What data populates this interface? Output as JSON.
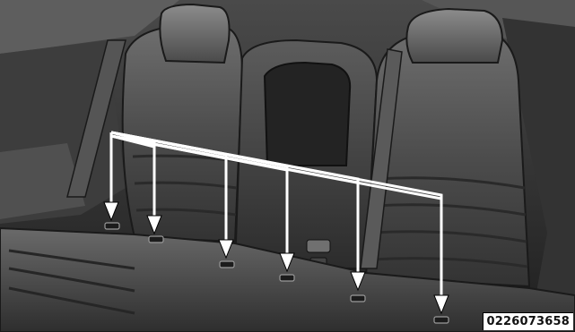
{
  "figure": {
    "reference_code": "0226073658"
  },
  "illustration": {
    "subject": "rear-seat-anchors",
    "arrow_count": 6,
    "colors": {
      "background": "#2b2b2b",
      "seat_dark": "#3a3a3a",
      "seat_mid": "#5a5a5a",
      "seat_light": "#8a8a8a",
      "arrow": "#ffffff"
    }
  }
}
